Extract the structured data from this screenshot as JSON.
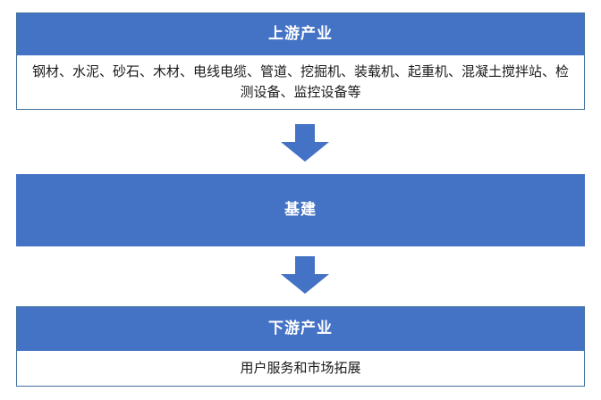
{
  "theme": {
    "accent_blue": "#4472C4",
    "border_blue": "#41719C",
    "body_text": "#1a1a1a",
    "header_text": "#ffffff",
    "background": "#ffffff"
  },
  "diagram": {
    "type": "vertical-flow",
    "direction": "top-to-bottom",
    "nodes": [
      {
        "id": "upstream",
        "header": "上游产业",
        "body": "钢材、水泥、砂石、木材、电线电缆、管道、挖掘机、装载机、起重机、混凝土搅拌站、检测设备、监控设备等",
        "style": "header-and-body"
      },
      {
        "id": "infrastructure",
        "header": "基建",
        "body": "",
        "style": "solid-fill"
      },
      {
        "id": "downstream",
        "header": "下游产业",
        "body": "用户服务和市场拓展",
        "style": "header-and-body"
      }
    ],
    "connectors": [
      {
        "id": "arrow-1",
        "icon": "arrow-down-icon",
        "from": "upstream",
        "to": "infrastructure"
      },
      {
        "id": "arrow-2",
        "icon": "arrow-down-icon",
        "from": "infrastructure",
        "to": "downstream"
      }
    ]
  }
}
